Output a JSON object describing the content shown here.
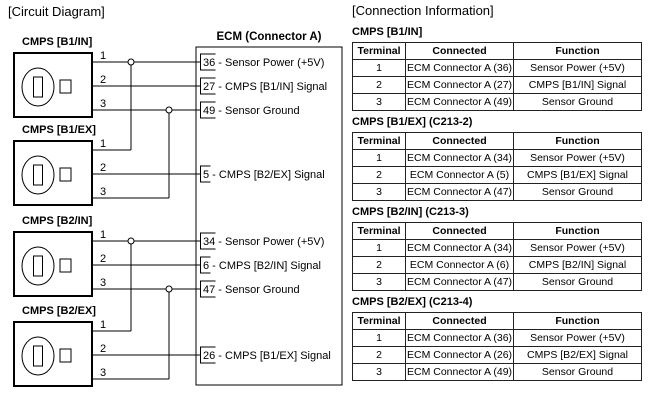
{
  "left": {
    "section_title": "[Circuit Diagram]",
    "ecm_title": "ECM (Connector A)",
    "connectors": [
      {
        "label": "CMPS [B1/IN]",
        "pins": [
          "1",
          "2",
          "3"
        ]
      },
      {
        "label": "CMPS [B1/EX]",
        "pins": [
          "1",
          "2",
          "3"
        ]
      },
      {
        "label": "CMPS [B2/IN]",
        "pins": [
          "1",
          "2",
          "3"
        ]
      },
      {
        "label": "CMPS [B2/EX]",
        "pins": [
          "1",
          "2",
          "3"
        ]
      }
    ],
    "ecm_pins": [
      {
        "label": "36 - Sensor Power (+5V)"
      },
      {
        "label": "27 - CMPS [B1/IN] Signal"
      },
      {
        "label": "49 - Sensor Ground"
      },
      {
        "label": "5 - CMPS [B2/EX] Signal"
      },
      {
        "label": "34 - Sensor Power (+5V)"
      },
      {
        "label": "6 - CMPS [B2/IN] Signal"
      },
      {
        "label": "47 - Sensor Ground"
      },
      {
        "label": "26 - CMPS [B1/EX] Signal"
      }
    ]
  },
  "right": {
    "section_title": "[Connection Information]",
    "tables": [
      {
        "title": "CMPS [B1/IN]",
        "headers": [
          "Terminal",
          "Connected",
          "Function"
        ],
        "rows": [
          [
            "1",
            "ECM Connector A (36)",
            "Sensor Power (+5V)"
          ],
          [
            "2",
            "ECM Connector A (27)",
            "CMPS [B1/IN] Signal"
          ],
          [
            "3",
            "ECM Connector A (49)",
            "Sensor Ground"
          ]
        ]
      },
      {
        "title": "CMPS [B1/EX] (C213-2)",
        "headers": [
          "Terminal",
          "Connected",
          "Function"
        ],
        "rows": [
          [
            "1",
            "ECM Connector A (34)",
            "Sensor Power (+5V)"
          ],
          [
            "2",
            "ECM Connector A (5)",
            "CMPS [B1/EX] Signal"
          ],
          [
            "3",
            "ECM Connector A (47)",
            "Sensor Ground"
          ]
        ]
      },
      {
        "title": "CMPS [B2/IN] (C213-3)",
        "headers": [
          "Terminal",
          "Connected",
          "Function"
        ],
        "rows": [
          [
            "1",
            "ECM Connector A (34)",
            "Sensor Power (+5V)"
          ],
          [
            "2",
            "ECM Connector A (6)",
            "CMPS [B2/IN] Signal"
          ],
          [
            "3",
            "ECM Connector A (47)",
            "Sensor Ground"
          ]
        ]
      },
      {
        "title": "CMPS [B2/EX] (C213-4)",
        "headers": [
          "Terminal",
          "Connected",
          "Function"
        ],
        "rows": [
          [
            "1",
            "ECM Connector A (36)",
            "Sensor Power (+5V)"
          ],
          [
            "2",
            "ECM Connector A (26)",
            "CMPS [B2/EX] Signal"
          ],
          [
            "3",
            "ECM Connector A (49)",
            "Sensor Ground"
          ]
        ]
      }
    ]
  }
}
